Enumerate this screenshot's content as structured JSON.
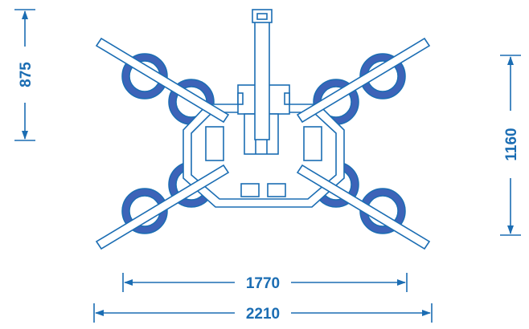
{
  "dimensions": {
    "height_left": "875",
    "height_right": "1160",
    "width_inner": "1770",
    "width_outer": "2210"
  },
  "colors": {
    "line": "#1b6db3",
    "cup_outer": "#3d63b8",
    "cup_fill": "#ffffff",
    "text": "#1b6db3"
  }
}
